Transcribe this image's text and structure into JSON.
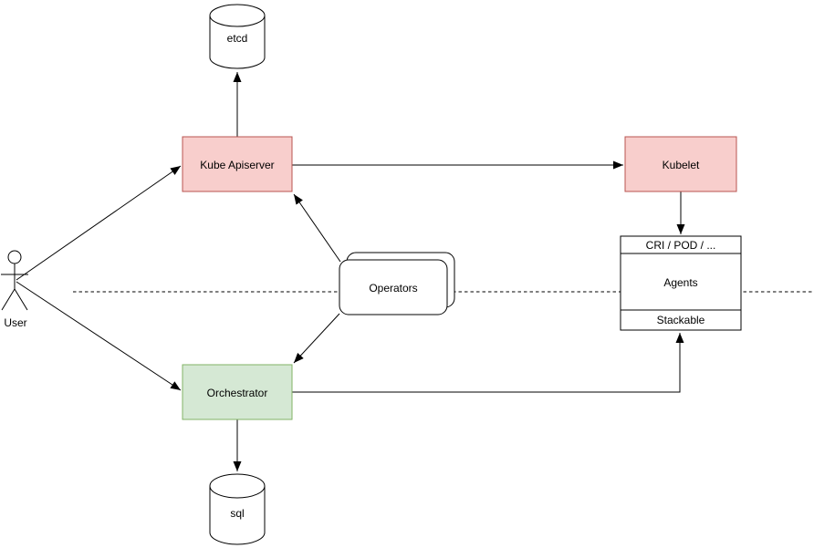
{
  "diagram_type": "architecture-flow-diagram",
  "nodes": {
    "etcd": {
      "label": "etcd",
      "shape": "cylinder"
    },
    "kube_apiserver": {
      "label": "Kube Apiserver",
      "shape": "rectangle"
    },
    "kubelet": {
      "label": "Kubelet",
      "shape": "rectangle"
    },
    "operators": {
      "label": "Operators",
      "shape": "stacked-rounded-rectangle"
    },
    "agents": {
      "header": "CRI / POD / ...",
      "body": "Agents",
      "footer": "Stackable",
      "shape": "three-row-rectangle"
    },
    "orchestrator": {
      "label": "Orchestrator",
      "shape": "rectangle"
    },
    "sql": {
      "label": "sql",
      "shape": "cylinder"
    },
    "user": {
      "label": "User",
      "shape": "actor"
    }
  },
  "edges": [
    {
      "from": "User",
      "to": "Kube Apiserver",
      "style": "arrow"
    },
    {
      "from": "User",
      "to": "Orchestrator",
      "style": "arrow"
    },
    {
      "from": "Kube Apiserver",
      "to": "etcd",
      "style": "arrow"
    },
    {
      "from": "Kube Apiserver",
      "to": "Kubelet",
      "style": "arrow"
    },
    {
      "from": "Operators",
      "to": "Kube Apiserver",
      "style": "arrow"
    },
    {
      "from": "Operators",
      "to": "Orchestrator",
      "style": "arrow"
    },
    {
      "from": "Kubelet",
      "to": "Agents / CRI / POD / ...",
      "style": "arrow"
    },
    {
      "from": "Orchestrator",
      "to": "Agents / Stackable",
      "style": "elbow-arrow"
    },
    {
      "from": "Orchestrator",
      "to": "sql",
      "style": "arrow"
    }
  ],
  "separator": {
    "style": "dashed",
    "orientation": "horizontal"
  },
  "colors": {
    "pink_fill": "#f8cecc",
    "pink_stroke": "#b85450",
    "green_fill": "#d5e8d4",
    "green_stroke": "#82b366",
    "shape_fill": "#ffffff",
    "line": "#000000",
    "background": "#ffffff"
  }
}
